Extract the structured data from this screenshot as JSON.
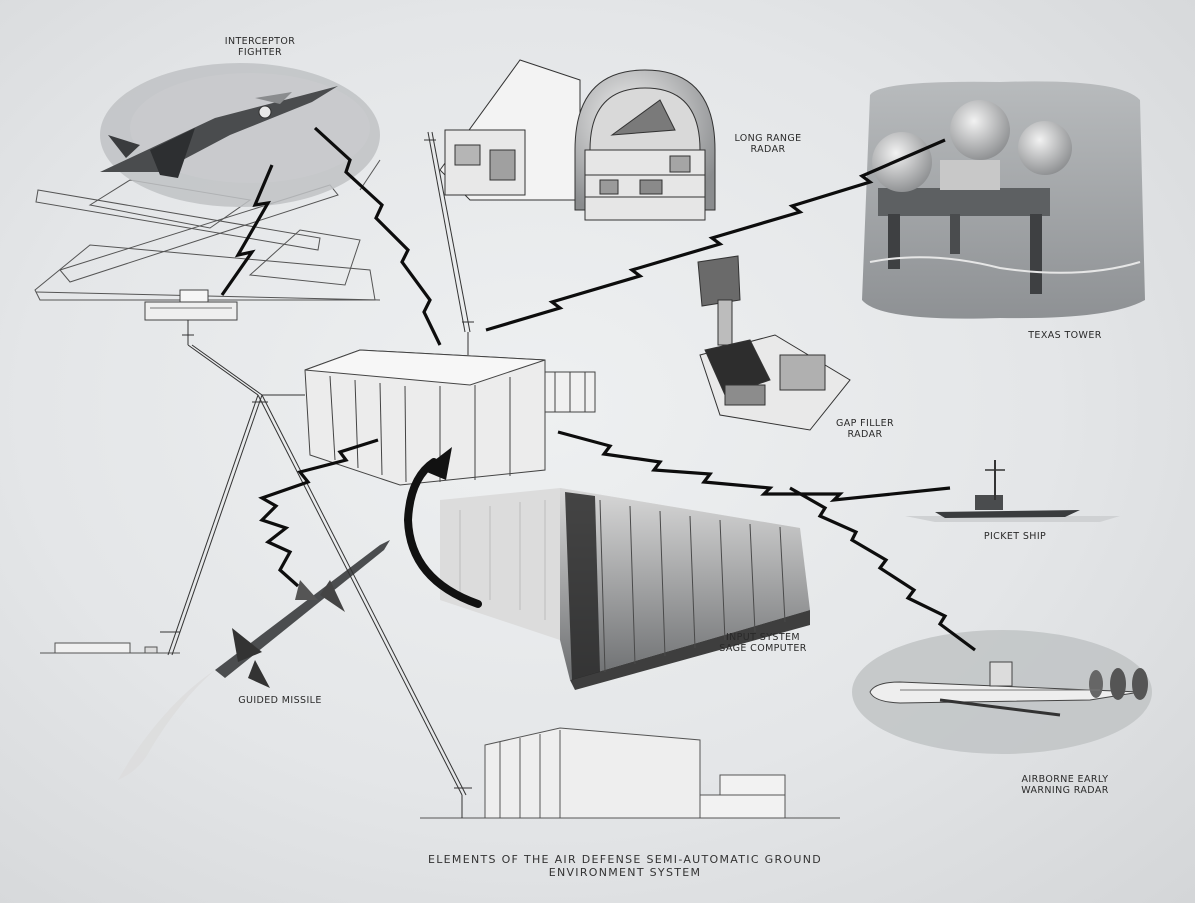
{
  "labels": {
    "interceptor": [
      "INTERCEPTOR",
      "FIGHTER"
    ],
    "long_range_radar": [
      "LONG RANGE",
      "RADAR"
    ],
    "texas_tower": [
      "TEXAS TOWER"
    ],
    "gap_filler": [
      "GAP FILLER",
      "RADAR"
    ],
    "picket_ship": [
      "PICKET SHIP"
    ],
    "input_system": [
      "INPUT SYSTEM",
      "SAGE COMPUTER"
    ],
    "guided_missile": [
      "GUIDED MISSILE"
    ],
    "airborne": [
      "AIRBORNE EARLY",
      "WARNING RADAR"
    ]
  },
  "caption": [
    "ELEMENTS OF THE AIR DEFENSE SEMI-AUTOMATIC GROUND",
    "ENVIRONMENT SYSTEM"
  ],
  "colors": {
    "background": "#e4e6e8",
    "ink": "#1a1a1a",
    "line": "#3a3a3a",
    "photo_bg": "#c9cbcd"
  }
}
